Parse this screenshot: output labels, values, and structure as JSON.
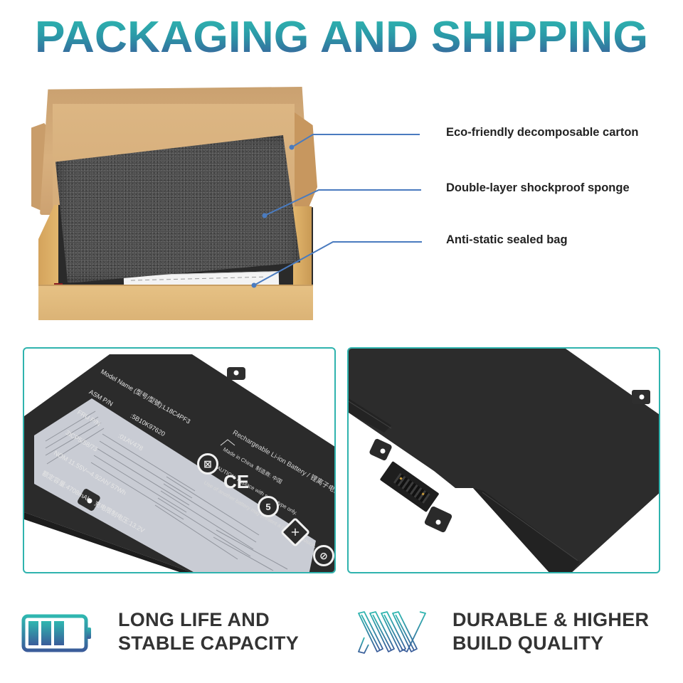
{
  "header": {
    "title": "PACKAGING AND SHIPPING",
    "gradient": [
      "#2fb7b0",
      "#3a5c9a"
    ]
  },
  "packaging": {
    "callouts": [
      {
        "label": "Eco-friendly decomposable carton",
        "target": "carton"
      },
      {
        "label": "Double-layer shockproof sponge",
        "target": "sponge"
      },
      {
        "label": "Anti-static sealed bag",
        "target": "sealed-bag"
      }
    ],
    "callout_color": "#4a7bbf"
  },
  "battery_label": {
    "spec_lines": [
      "Model Name (型号/型號):L18C4PF3",
      "ASM P/N            :5B10K97620",
      "FRU P/N            :01AV478",
      "3ICP5/58/73",
      "NOM 11.55V⎓4.92Ah/ 57Wh",
      "额定容量:4708mAh   充电限制电压:13.2V"
    ],
    "side_lines": [
      "Rechargeable Li-ion Battery / 锂离子电池",
      "Made in China  制造商: 中国",
      "CAUTION: Replace with same type only.",
      "Use of another battery may present a risk of explosion."
    ],
    "cert_icons": [
      "no-trash-bin-icon",
      "ce-mark-icon",
      "recycle-5-icon",
      "recycle-mark-icon",
      "no-disassemble-icon"
    ],
    "ce_text": "CE",
    "recycle_number": "5"
  },
  "features": [
    {
      "icon": "battery-level-icon",
      "line1": "LONG LIFE AND",
      "line2": "STABLE CAPACITY"
    },
    {
      "icon": "twisted-wire-icon",
      "line1": "DURABLE & HIGHER",
      "line2": "BUILD QUALITY"
    }
  ],
  "colors": {
    "accent_teal": "#2fb3ae",
    "accent_blue": "#3a5c9a",
    "text_dark": "#333333"
  }
}
